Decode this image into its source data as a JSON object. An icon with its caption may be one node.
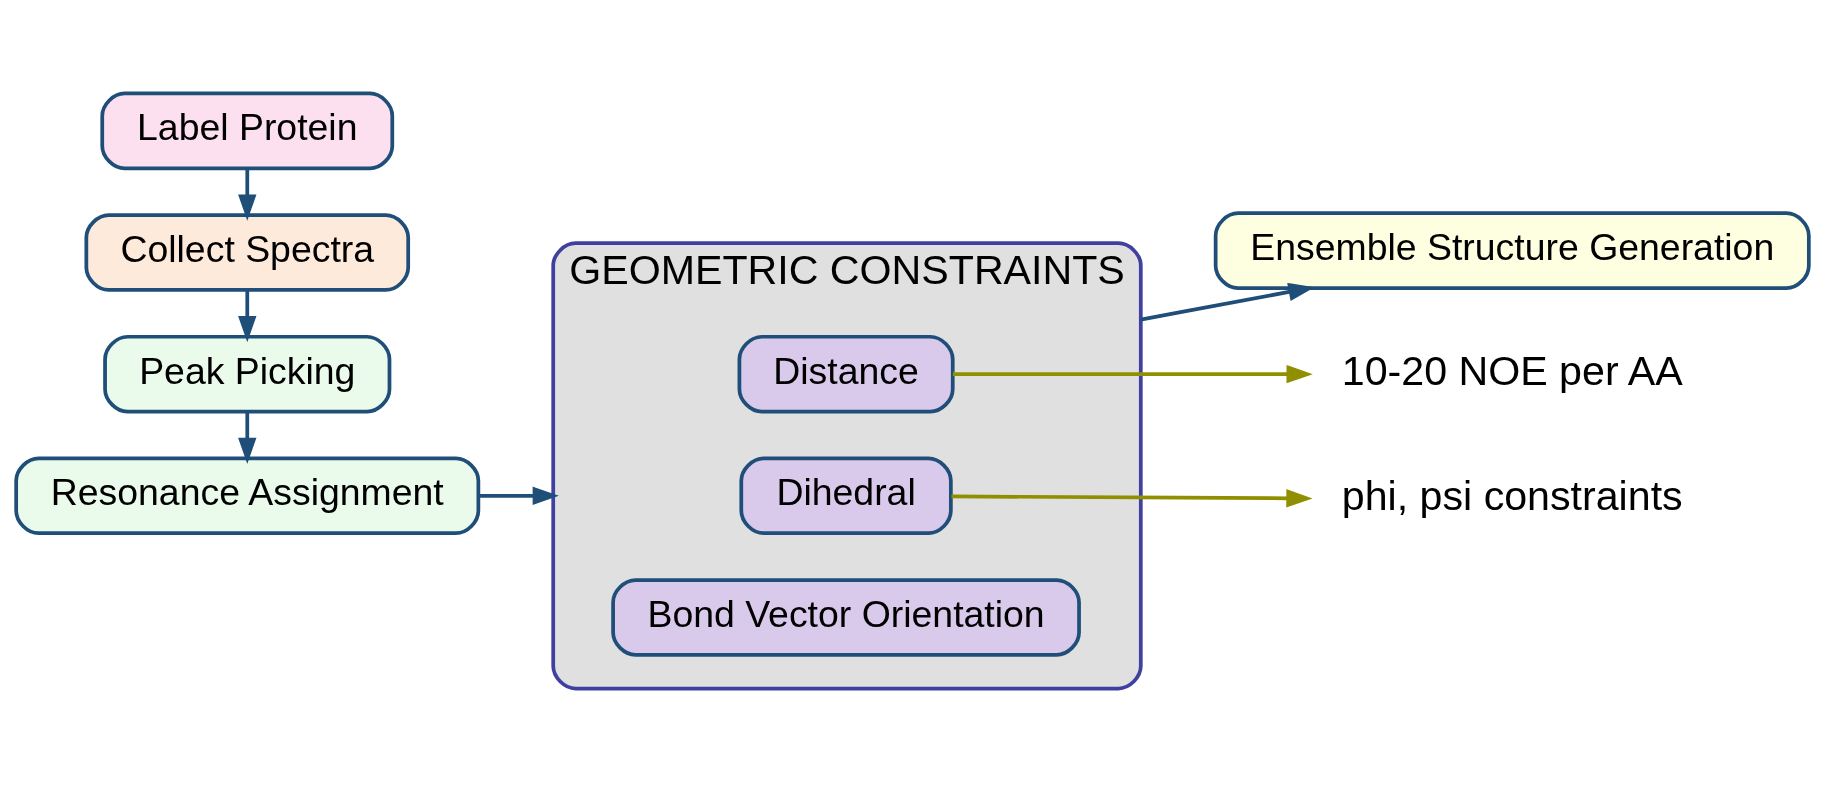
{
  "diagram": {
    "nodes": [
      {
        "text": [
          "Label Protein"
        ]
      },
      {
        "text": [
          "Collect Spectra"
        ]
      },
      {
        "text": [
          "Peak Picking"
        ]
      },
      {
        "text": [
          "Resonance Assignment"
        ]
      },
      {
        "text": [
          "GEOMETRIC CONSTRAINTS"
        ]
      },
      {
        "text": [
          "Distance"
        ],
        "in": 4
      },
      {
        "text": [
          "Dihedral"
        ],
        "in": 4
      },
      {
        "text": [
          "Bond Vector Orientation"
        ],
        "in": 4
      },
      {
        "text": [
          "Ensemble Structure Generation"
        ]
      },
      {
        "text": [
          "10-20 NOE per AA"
        ]
      },
      {
        "text": [
          "phi, psi constraints"
        ]
      }
    ],
    "edges": [
      {
        "from": 0,
        "to": 1,
        "arrow": "to"
      },
      {
        "from": 1,
        "to": 2,
        "arrow": "to"
      },
      {
        "from": 2,
        "to": 3,
        "arrow": "to"
      },
      {
        "from": 3,
        "to": 4,
        "arrow": "to"
      },
      {
        "from": 4,
        "to": 8,
        "arrow": "to"
      },
      {
        "from": 5,
        "to": 9,
        "arrow": "to",
        "color": "#8f8f00"
      },
      {
        "from": 6,
        "to": 10,
        "arrow": "to",
        "color": "#8f8f00"
      }
    ]
  }
}
